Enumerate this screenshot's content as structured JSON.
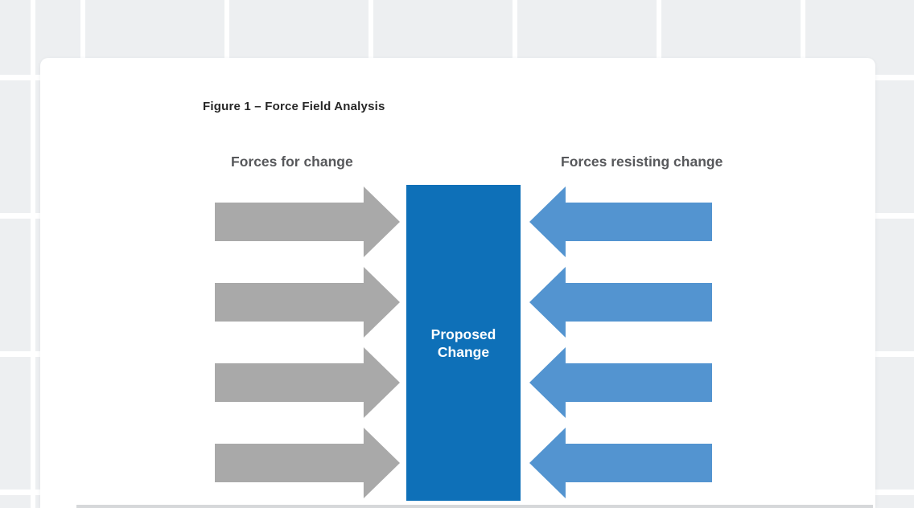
{
  "page": {
    "background_tile_color": "#edeff1",
    "grid_line_color": "#ffffff",
    "card_color": "#ffffff"
  },
  "diagram": {
    "title": "Figure 1 – Force Field Analysis",
    "forces_for_change": {
      "label": "Forces for change",
      "arrow_count": 4,
      "arrow_color": "#a9a9a9",
      "direction": "right"
    },
    "proposed_change": {
      "label_line1": "Proposed",
      "label_line2": "Change",
      "box_color": "#0e70b8",
      "text_color": "#ffffff"
    },
    "forces_resisting_change": {
      "label": "Forces resisting change",
      "arrow_count": 4,
      "arrow_color": "#5394d0",
      "direction": "left"
    }
  }
}
